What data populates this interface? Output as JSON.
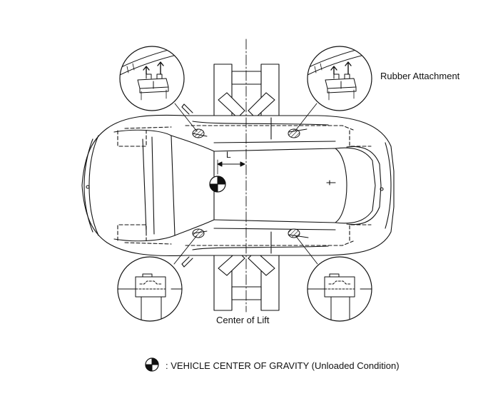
{
  "labels": {
    "rubber_attachment": "Rubber Attachment",
    "center_of_lift": "Center of Lift",
    "dimension": "L"
  },
  "legend": {
    "symbol": "vehicle-center-of-gravity-symbol",
    "text": ": VEHICLE CENTER OF GRAVITY (Unloaded Condition)"
  }
}
